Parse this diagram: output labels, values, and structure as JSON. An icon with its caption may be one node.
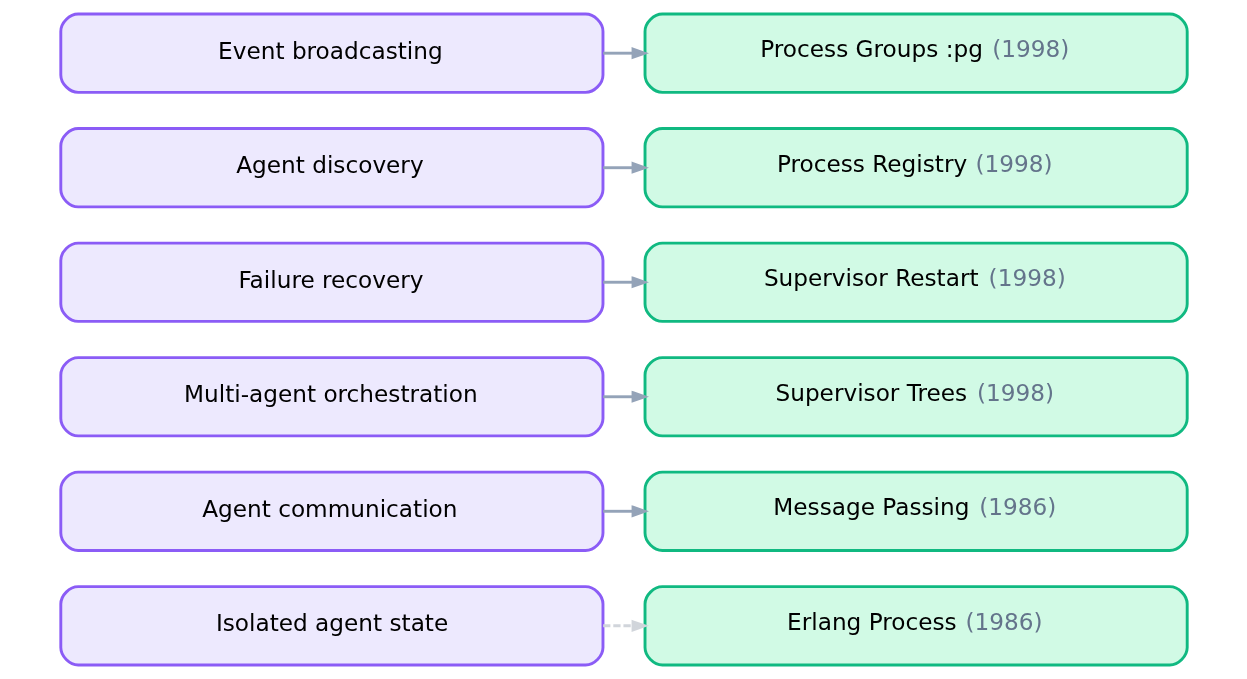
{
  "diagram": {
    "nodes": [
      {
        "text": [
          "Isolated agent state"
        ]
      },
      {
        "text": [
          "Erlang Process",
          "(1986)"
        ]
      },
      {
        "text": [
          "Agent communication"
        ]
      },
      {
        "text": [
          "Message Passing",
          "(1986)"
        ]
      },
      {
        "text": [
          "Multi-agent orchestration"
        ]
      },
      {
        "text": [
          "Supervisor Trees",
          "(1998)"
        ]
      },
      {
        "text": [
          "Failure recovery"
        ]
      },
      {
        "text": [
          "Supervisor Restart",
          "(1998)"
        ]
      },
      {
        "text": [
          "Agent discovery"
        ]
      },
      {
        "text": [
          "Process Registry",
          "(1998)"
        ]
      },
      {
        "text": [
          "Event broadcasting"
        ]
      },
      {
        "text": [
          "Process Groups :pg",
          "(1998)"
        ]
      }
    ],
    "edges": [
      {
        "from": 0,
        "to": 1,
        "arrow": "to",
        "style": "dashed",
        "color": "#d1d5db"
      },
      {
        "from": 2,
        "to": 3,
        "arrow": "to"
      },
      {
        "from": 4,
        "to": 5,
        "arrow": "to"
      },
      {
        "from": 6,
        "to": 7,
        "arrow": "to"
      },
      {
        "from": 8,
        "to": 9,
        "arrow": "to"
      },
      {
        "from": 10,
        "to": 11,
        "arrow": "to"
      }
    ]
  }
}
